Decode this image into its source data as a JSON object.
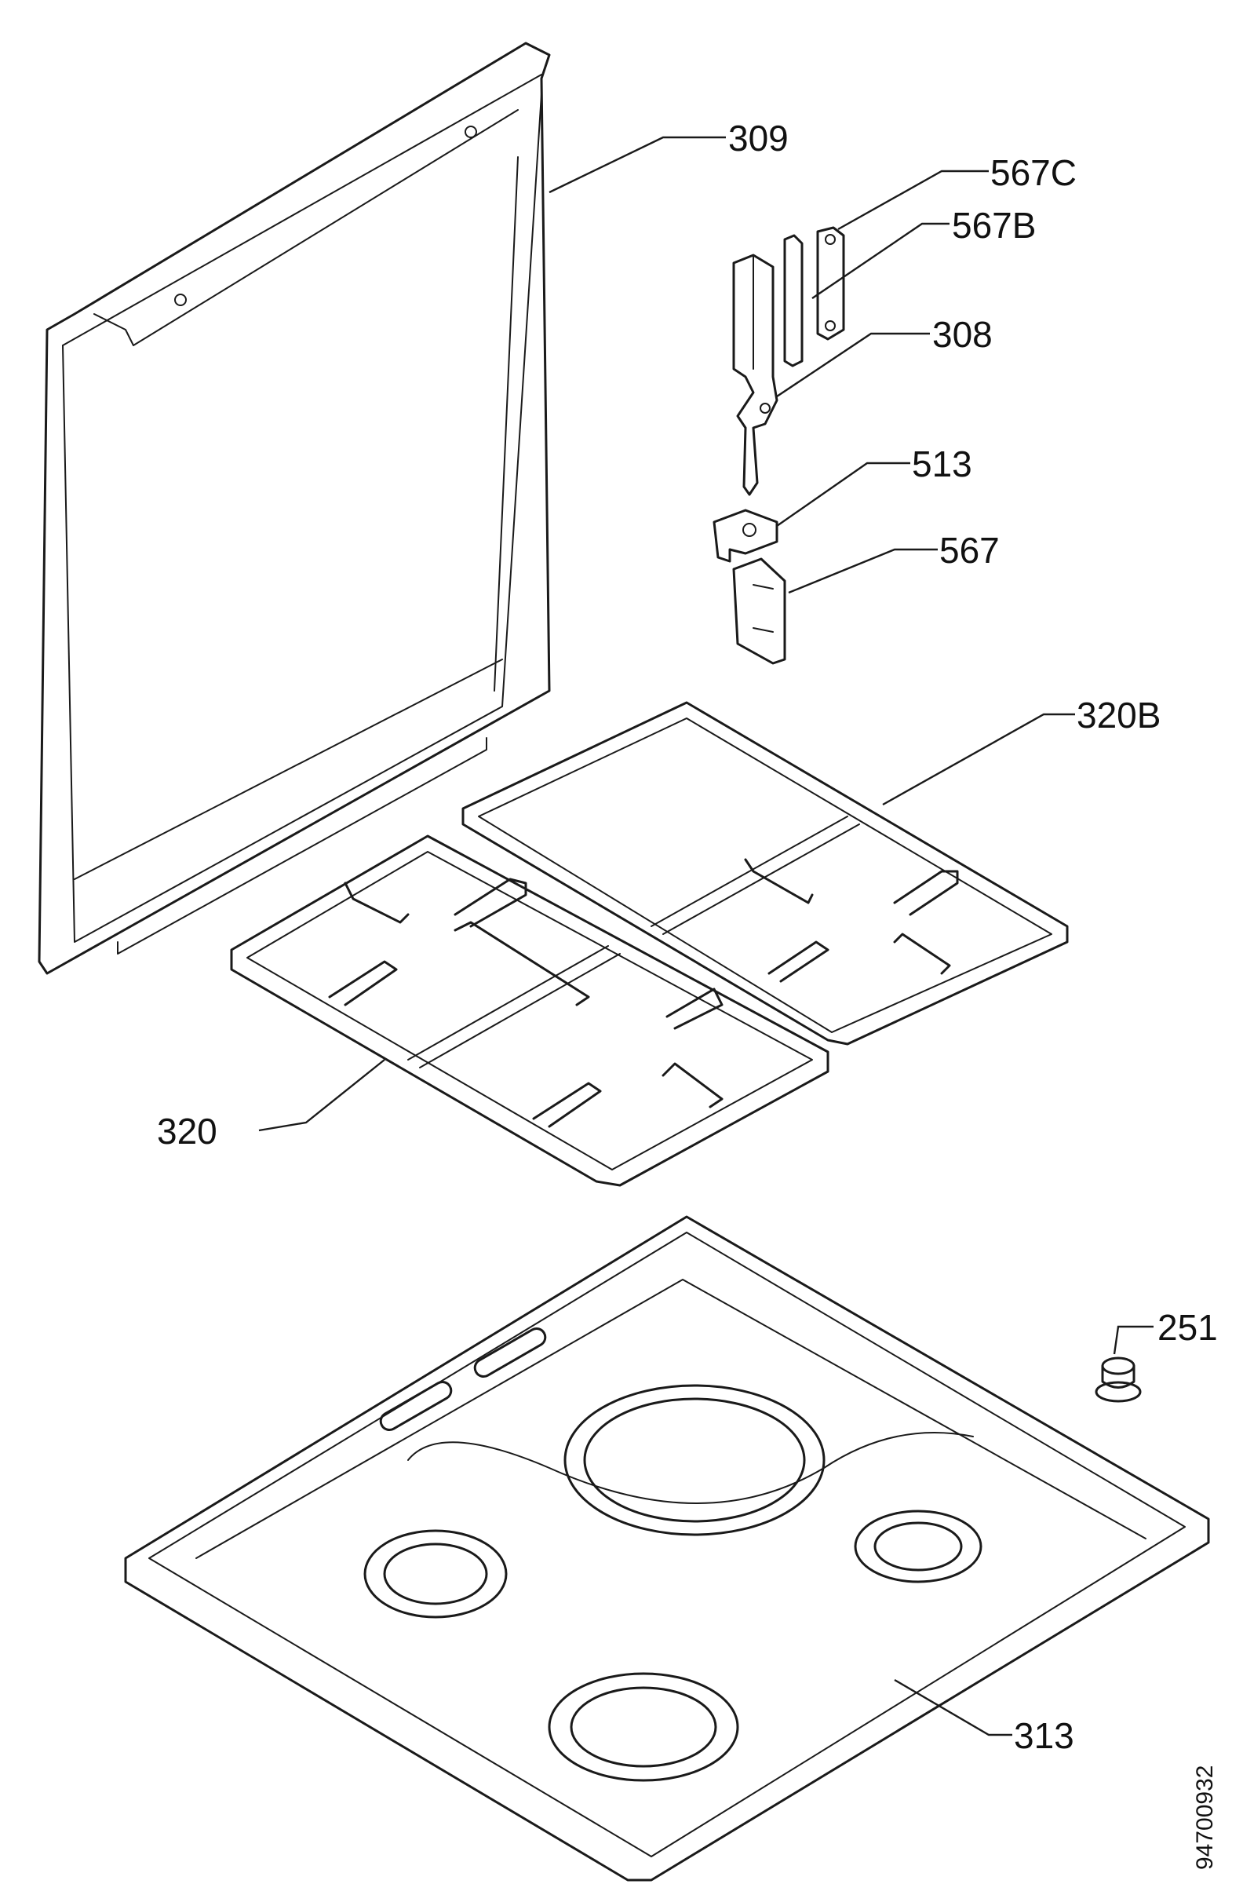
{
  "labels": {
    "p309": "309",
    "p567c": "567C",
    "p567b": "567B",
    "p308": "308",
    "p513": "513",
    "p567": "567",
    "p320b": "320B",
    "p320": "320",
    "p251": "251",
    "p313": "313"
  },
  "document_number": "94700932"
}
